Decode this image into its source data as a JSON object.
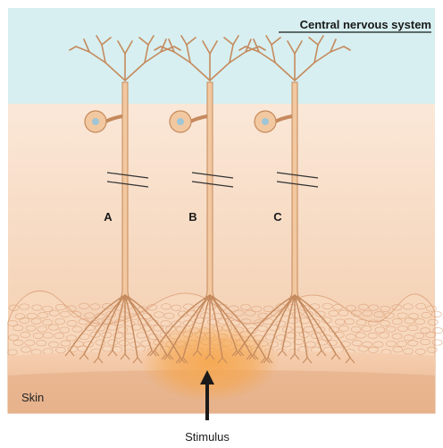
{
  "diagram": {
    "region_label": "Central nervous system",
    "neurons": [
      {
        "label": "A"
      },
      {
        "label": "B"
      },
      {
        "label": "C"
      }
    ],
    "tissue_label": "Skin",
    "stimulus_label": "Stimulus"
  },
  "colors": {
    "cns_band": "#d7eff0",
    "tissue_light": "#fdf1e7",
    "tissue_dark": "#f2c9a7",
    "neuron_fill": "#f2c8a0",
    "neuron_outline": "#c58a5d",
    "nucleus": "#9fc6d6",
    "stimulus_glow": "#f6a344",
    "skin_lower": "#f6cfb0",
    "skin_bottom": "#e8b48f",
    "arrow": "#1a1a1a"
  }
}
